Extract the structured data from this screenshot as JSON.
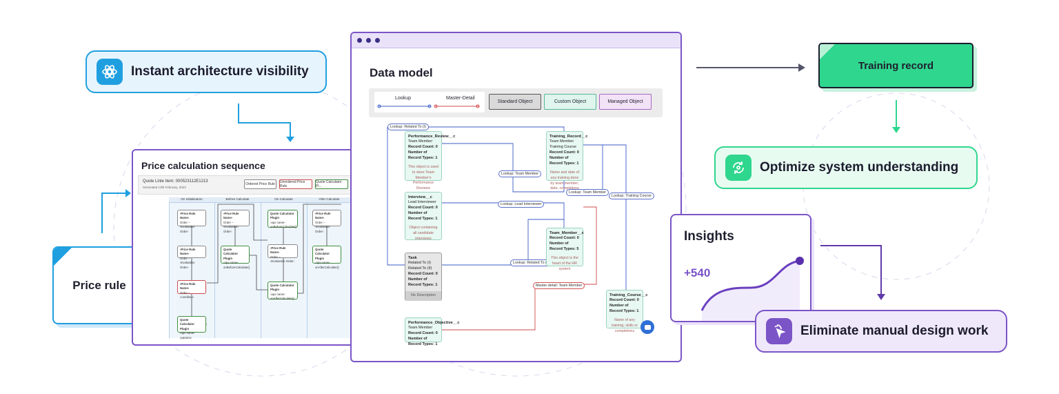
{
  "callouts": {
    "architecture": "Instant architecture visibility",
    "price_rule": "Price rule",
    "training_record": "Training record",
    "optimize": "Optimize system understanding",
    "insights_title": "Insights",
    "insights_value": "+540",
    "eliminate": "Eliminate manual design work"
  },
  "colors": {
    "accent_purple": "#7b54c7",
    "accent_blue": "#1f9fe0",
    "accent_green": "#2fd68e",
    "text_dark": "#1c1c2e"
  },
  "icons": {
    "architecture": "atom-network-icon",
    "optimize": "refresh-cycle-icon",
    "eliminate": "cursor-click-icon"
  },
  "price_calc": {
    "title": "Price calculation sequence",
    "quote_line": "Quote Linte Item: 000523112E1213",
    "generated": "Generated 13th February, 2023",
    "buttons": [
      "Ordered Price Rule",
      "Unordered Price Rule",
      "Quote Calculator Pl..."
    ],
    "columns": [
      "On Initialization",
      "Before Calculate",
      "On Calculate",
      "After Calculate"
    ],
    "card_price_rule": "‹Price Rule Name›",
    "card_order": "Order – ‹Evaluation Order›",
    "card_plugin": "Quote Calculator Plugin",
    "card_apex": "‹apx name›",
    "card_method": "onBeforeCalculate()",
    "card_method2": "onAfterCalculate()",
    "card_condition": "Order – ‹condition›",
    "card_param": "‹params›"
  },
  "data_model": {
    "title": "Data model",
    "legend": {
      "lookup": "Lookup",
      "master_detail": "Master-Detail",
      "standard": "Standard Object",
      "custom": "Custom Object",
      "managed": "Managed Object"
    },
    "labels": {
      "related_to_1": "Lookup: Related To (I)",
      "team_member_1": "Lookup: Team Member",
      "team_member_2": "Lookup: Team Member",
      "lead_interviewer": "Lookup: Lead Interviewer",
      "related_to_2": "Lookup: Related To (II)",
      "training_course": "Lookup: Training Course",
      "master_detail": "Master-detail: Team Member"
    },
    "nodes": {
      "perf_review": {
        "name": "Performance_Review__c",
        "lines": [
          "Team Member",
          "Record Count: 0",
          "Number of Record Types: 1"
        ],
        "desc": "This object is used to store Team Member's Performance Reviews"
      },
      "training_record": {
        "name": "Training_Record__c",
        "lines": [
          "Team Member",
          "Training Course",
          "Record Count: 0",
          "Number of Record Types: 1"
        ],
        "desc": "Name and date of any training done by team member; date, completions"
      },
      "interview": {
        "name": "Interview__c",
        "lines": [
          "Lead Interviewer",
          "Record Count: 0",
          "Number of Record Types: 1"
        ],
        "desc": "Object containing all candidate interviews"
      },
      "team_member": {
        "name": "Team_Member__c",
        "lines": [
          "Record Count: 0",
          "Number of Record Types: 5"
        ],
        "desc": "This object is the heart of the HR system"
      },
      "task": {
        "name": "Task",
        "lines": [
          "Related To (I)",
          "Related To (II)",
          "Record Count: 0",
          "Number of Record Types: 1"
        ],
        "desc": "No Description"
      },
      "training_course": {
        "name": "Training_Course__c",
        "lines": [
          "Record Count: 0",
          "Number of Record Types: 1"
        ],
        "desc": "Name of any training; skills or completions"
      },
      "perf_objective": {
        "name": "Performance_Objective__c",
        "lines": [
          "Team Member",
          "Record Count: 0",
          "Number of Record Types: 1"
        ]
      }
    }
  }
}
